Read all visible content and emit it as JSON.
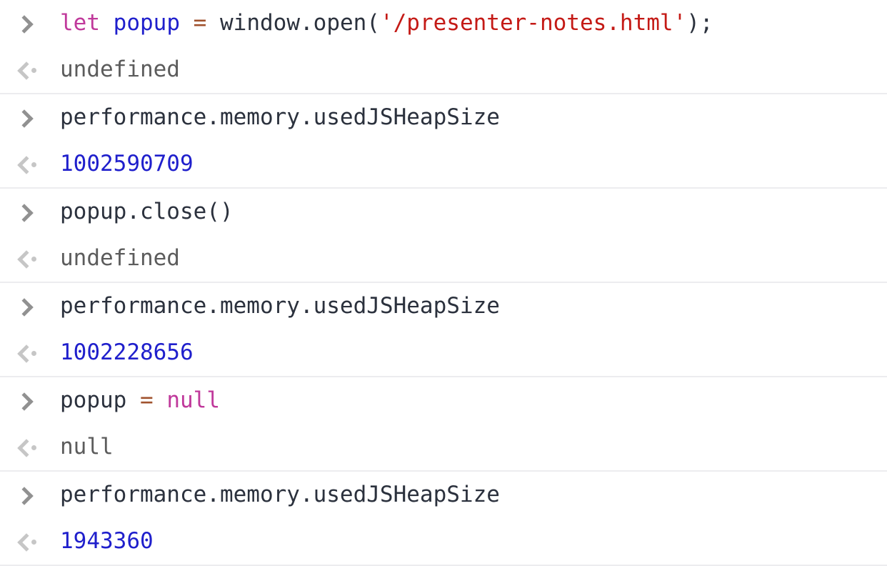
{
  "console": {
    "prompt_icon": "chevron-right-icon",
    "output_icon": "chevron-left-dot-icon",
    "colors": {
      "keyword": "#c0399b",
      "variable": "#1f1fcc",
      "operator": "#a0522d",
      "string": "#c41a16",
      "plain": "#2b313d",
      "output_text": "#5c5c5c",
      "output_number": "#1f1fcc",
      "separator": "#ececef",
      "background": "#ffffff"
    },
    "entries": [
      {
        "input_tokens": [
          {
            "text": "let",
            "type": "keyword"
          },
          {
            "text": " ",
            "type": "plain"
          },
          {
            "text": "popup",
            "type": "variable"
          },
          {
            "text": " ",
            "type": "plain"
          },
          {
            "text": "=",
            "type": "operator"
          },
          {
            "text": " window.open(",
            "type": "plain"
          },
          {
            "text": "'/presenter-notes.html'",
            "type": "string"
          },
          {
            "text": ");",
            "type": "plain"
          }
        ],
        "input_text": "let popup = window.open('/presenter-notes.html');",
        "output_text": "undefined",
        "output_type": "text"
      },
      {
        "input_tokens": [
          {
            "text": "performance.memory.usedJSHeapSize",
            "type": "plain"
          }
        ],
        "input_text": "performance.memory.usedJSHeapSize",
        "output_text": "1002590709",
        "output_type": "number"
      },
      {
        "input_tokens": [
          {
            "text": "popup.close()",
            "type": "plain"
          }
        ],
        "input_text": "popup.close()",
        "output_text": "undefined",
        "output_type": "text"
      },
      {
        "input_tokens": [
          {
            "text": "performance.memory.usedJSHeapSize",
            "type": "plain"
          }
        ],
        "input_text": "performance.memory.usedJSHeapSize",
        "output_text": "1002228656",
        "output_type": "number"
      },
      {
        "input_tokens": [
          {
            "text": "popup",
            "type": "plain"
          },
          {
            "text": " ",
            "type": "plain"
          },
          {
            "text": "=",
            "type": "operator"
          },
          {
            "text": " ",
            "type": "plain"
          },
          {
            "text": "null",
            "type": "keyword"
          }
        ],
        "input_text": "popup = null",
        "output_text": "null",
        "output_type": "text"
      },
      {
        "input_tokens": [
          {
            "text": "performance.memory.usedJSHeapSize",
            "type": "plain"
          }
        ],
        "input_text": "performance.memory.usedJSHeapSize",
        "output_text": "1943360",
        "output_type": "number"
      }
    ]
  }
}
